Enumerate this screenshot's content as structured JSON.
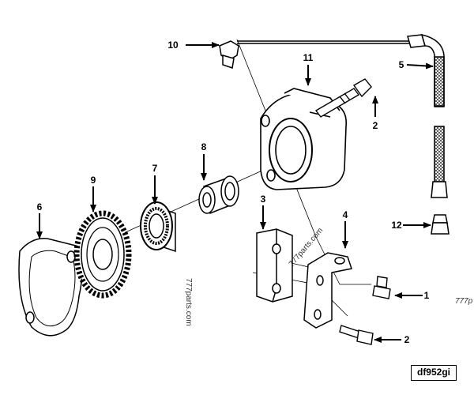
{
  "callouts": [
    {
      "id": "1",
      "label": "1"
    },
    {
      "id": "2a",
      "label": "2"
    },
    {
      "id": "2b",
      "label": "2"
    },
    {
      "id": "3",
      "label": "3"
    },
    {
      "id": "4",
      "label": "4"
    },
    {
      "id": "5",
      "label": "5"
    },
    {
      "id": "6",
      "label": "6"
    },
    {
      "id": "7",
      "label": "7"
    },
    {
      "id": "8",
      "label": "8"
    },
    {
      "id": "9",
      "label": "9"
    },
    {
      "id": "10",
      "label": "10"
    },
    {
      "id": "11",
      "label": "11"
    },
    {
      "id": "12",
      "label": "12"
    }
  ],
  "watermarks": [
    {
      "id": "wm1",
      "text": "777parts.com"
    },
    {
      "id": "wm2",
      "text": "777parts.com"
    },
    {
      "id": "wm3",
      "text": "777p"
    }
  ],
  "reference_code": "df952gi"
}
